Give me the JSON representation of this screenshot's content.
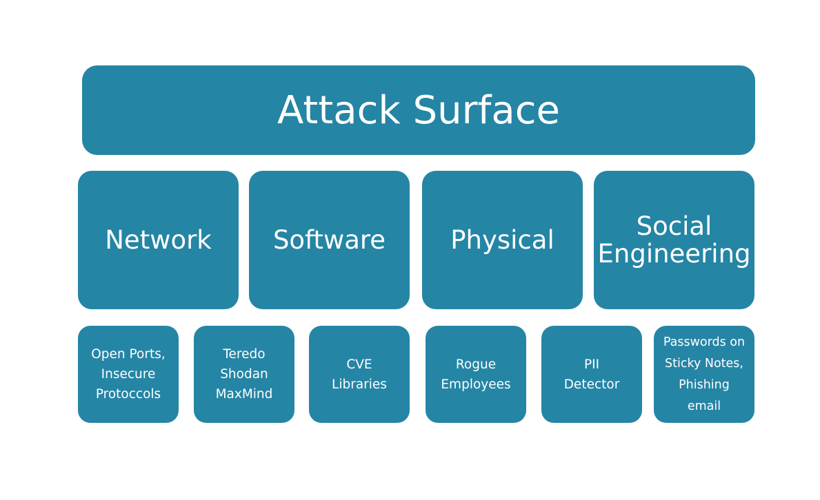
{
  "title": "Attack Surface",
  "categories": [
    "Network",
    "Software",
    "Physical",
    "Social\nEngineering"
  ],
  "items": [
    "Open Ports,\nInsecure\nProtoccols",
    "Teredo\nShodan\nMaxMind",
    "CVE\nLibraries",
    "Rogue\nEmployees",
    "PII\nDetector",
    "Passwords on\nSticky Notes,\nPhishing\nemail"
  ],
  "colors": {
    "box": "#2585a5",
    "text": "#ffffff"
  }
}
